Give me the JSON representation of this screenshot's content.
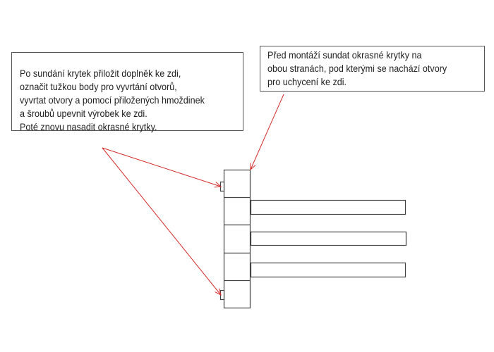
{
  "notes": {
    "left": {
      "lines": [
        "Po sundání krytek přiložit doplněk ke zdi,",
        "označit tužkou body pro vyvrtání otvorů,",
        "vyvrtat otvory a pomocí přiložených hmoždinek",
        "a šroubů upevnit výrobek ke zdi.",
        "Poté znovu nasadit okrasné krytky."
      ]
    },
    "right": {
      "lines": [
        "Před montáží sundat okrasné krytky na",
        "obou stranách, pod kterými se nachází otvory",
        "pro uchycení ke zdi."
      ]
    }
  },
  "colors": {
    "arrow": "#d42a2a",
    "outline": "#444444"
  }
}
